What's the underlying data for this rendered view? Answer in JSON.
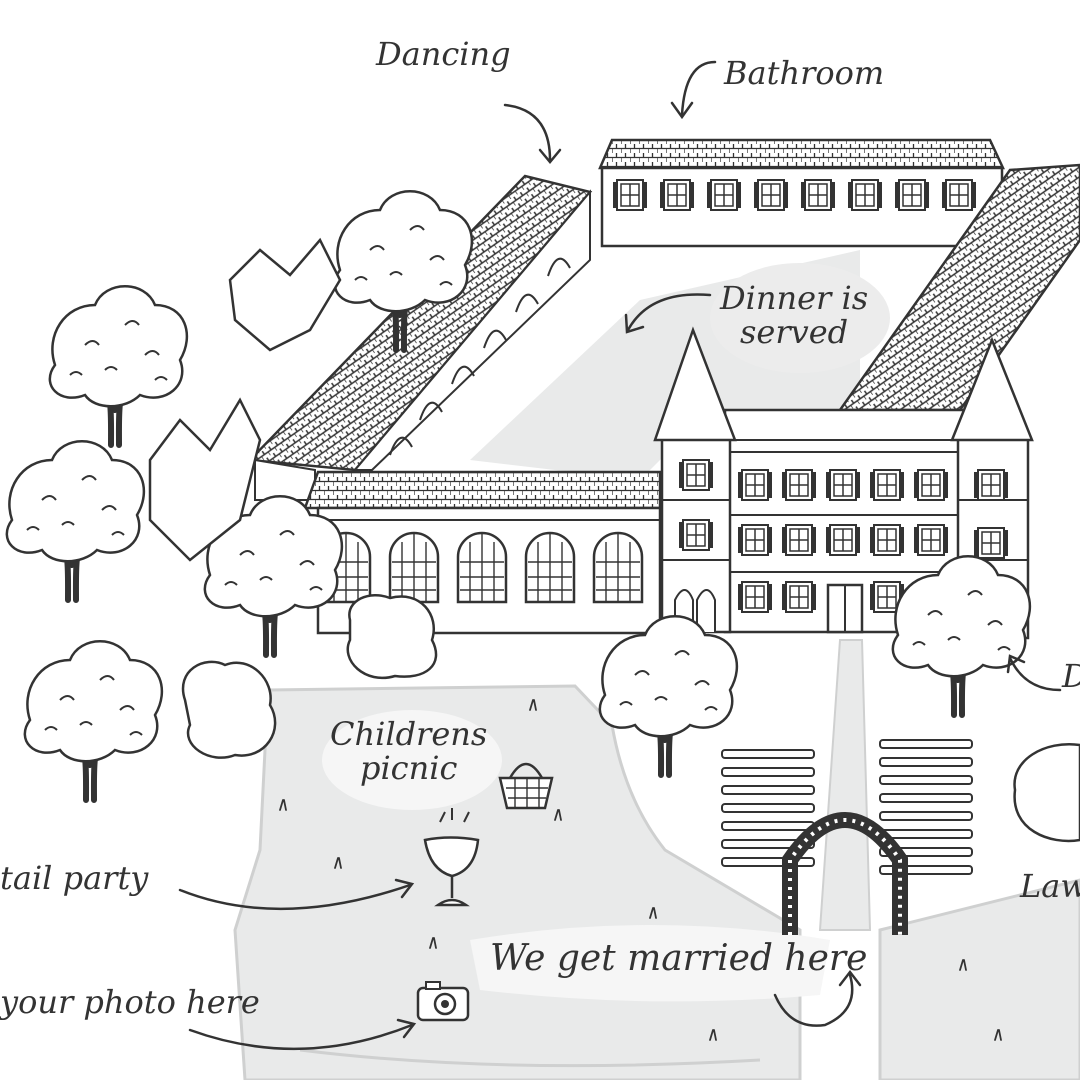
{
  "labels": {
    "dancing": "Dancing",
    "bathroom": "Bathroom",
    "dinner_line1": "Dinner is",
    "dinner_line2": "served",
    "childrens_line1": "Childrens",
    "childrens_line2": "picnic",
    "cocktail": "tail party",
    "married": "We get married here",
    "photo": "your photo here",
    "lawn": "Law",
    "edge": "D"
  },
  "icons": {
    "cocktail_glass": "cocktail-glass-icon",
    "picnic_basket": "picnic-basket-icon",
    "camera": "camera-icon",
    "flower_arch": "flower-arch-icon"
  },
  "colors": {
    "ink": "#333333",
    "lawn_gray": "#e9eaea",
    "background": "#ffffff"
  }
}
